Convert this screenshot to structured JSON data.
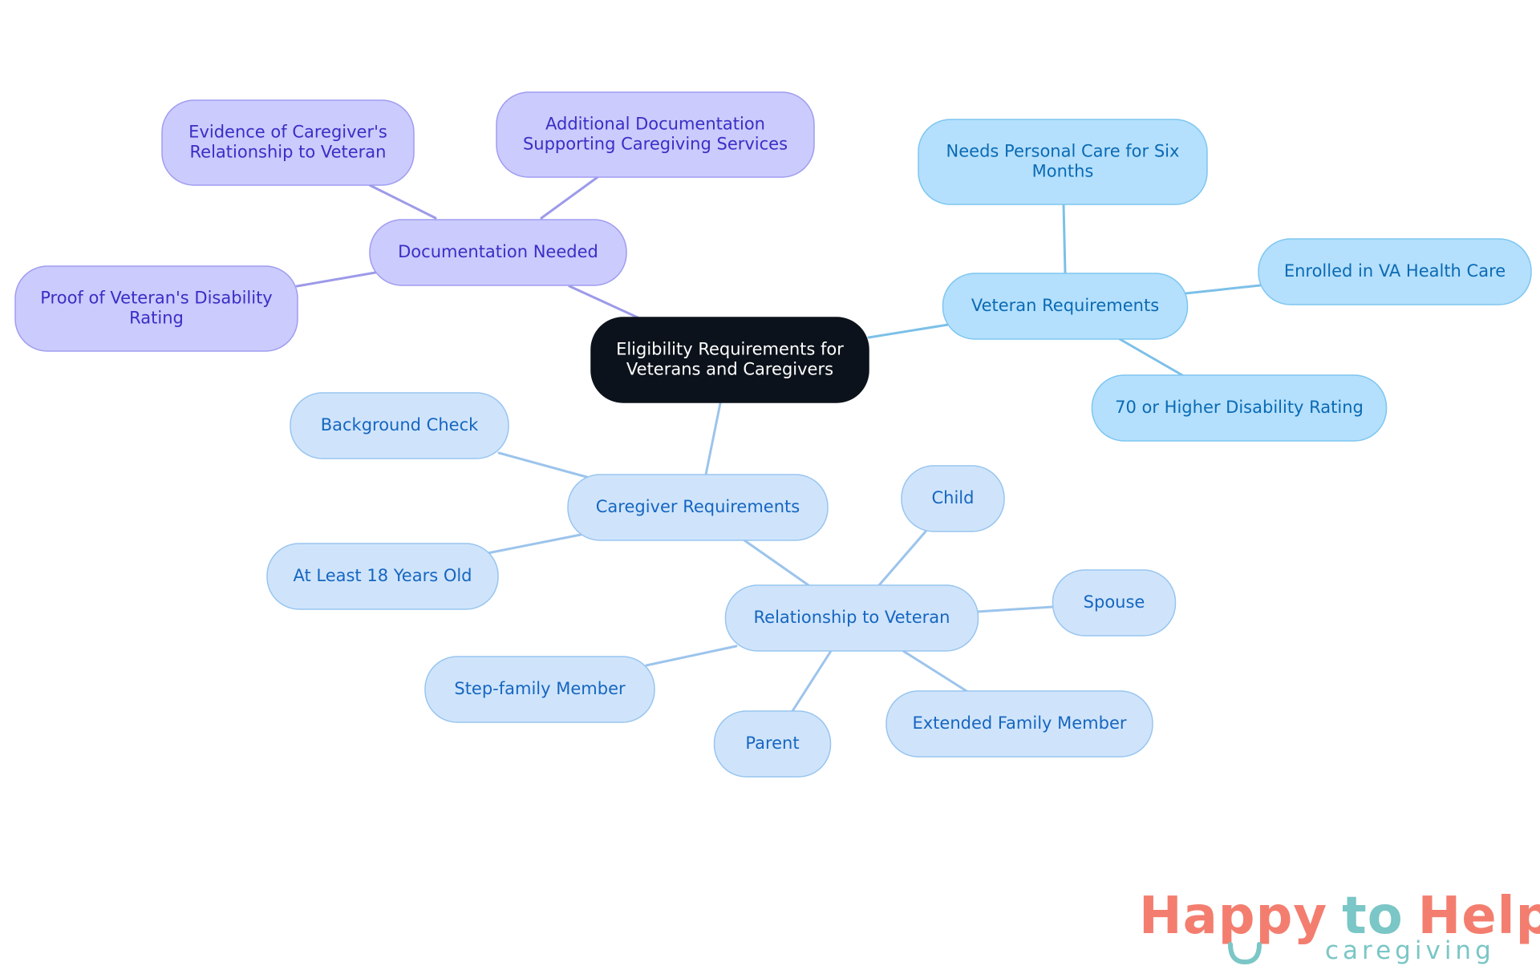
{
  "diagram": {
    "root": {
      "id": "root",
      "lines": [
        "Eligibility Requirements for",
        "Veterans and Caregivers"
      ]
    },
    "branches": [
      {
        "id": "documentation",
        "lines": [
          "Documentation Needed"
        ],
        "children": [
          {
            "id": "doc-evidence",
            "lines": [
              "Evidence of Caregiver's",
              "Relationship to Veteran"
            ]
          },
          {
            "id": "doc-additional",
            "lines": [
              "Additional Documentation",
              "Supporting Caregiving Services"
            ]
          },
          {
            "id": "doc-proof",
            "lines": [
              "Proof of Veteran's Disability",
              "Rating"
            ]
          }
        ]
      },
      {
        "id": "veteran",
        "lines": [
          "Veteran Requirements"
        ],
        "children": [
          {
            "id": "vet-personal-care",
            "lines": [
              "Needs Personal Care for Six",
              "Months"
            ]
          },
          {
            "id": "vet-enrolled",
            "lines": [
              "Enrolled in VA Health Care"
            ]
          },
          {
            "id": "vet-rating",
            "lines": [
              "70 or Higher Disability Rating"
            ]
          }
        ]
      },
      {
        "id": "caregiver",
        "lines": [
          "Caregiver Requirements"
        ],
        "children": [
          {
            "id": "cg-background",
            "lines": [
              "Background Check"
            ]
          },
          {
            "id": "cg-age",
            "lines": [
              "At Least 18 Years Old"
            ]
          },
          {
            "id": "cg-relationship",
            "lines": [
              "Relationship to Veteran"
            ],
            "children": [
              {
                "id": "rel-child",
                "lines": [
                  "Child"
                ]
              },
              {
                "id": "rel-spouse",
                "lines": [
                  "Spouse"
                ]
              },
              {
                "id": "rel-extended",
                "lines": [
                  "Extended Family Member"
                ]
              },
              {
                "id": "rel-parent",
                "lines": [
                  "Parent"
                ]
              },
              {
                "id": "rel-step",
                "lines": [
                  "Step-family Member"
                ]
              }
            ]
          }
        ]
      }
    ]
  },
  "colors": {
    "root_fill": "#0c121b",
    "root_stroke": "#0c121b",
    "root_text": "#ffffff",
    "purple_fill": "#cbcbfd",
    "purple_stroke": "#a09df0",
    "purple_text": "#3a2ec5",
    "purple_edge": "#9c9ae9",
    "cyan_fill": "#b4e0fd",
    "cyan_stroke": "#7ec6f0",
    "cyan_text": "#0b6ab3",
    "cyan_edge": "#7cc0e8",
    "blue_fill": "#cfe4fb",
    "blue_stroke": "#99c5ef",
    "blue_text": "#1666c0",
    "blue_edge": "#9cc4ec"
  },
  "logo": {
    "word1": "Happy",
    "word2": "to",
    "word3": "Help",
    "sub": "caregiving",
    "primary_color": "#f37e6f",
    "secondary_color": "#7bc6c6",
    "icon": "smile-icon"
  }
}
